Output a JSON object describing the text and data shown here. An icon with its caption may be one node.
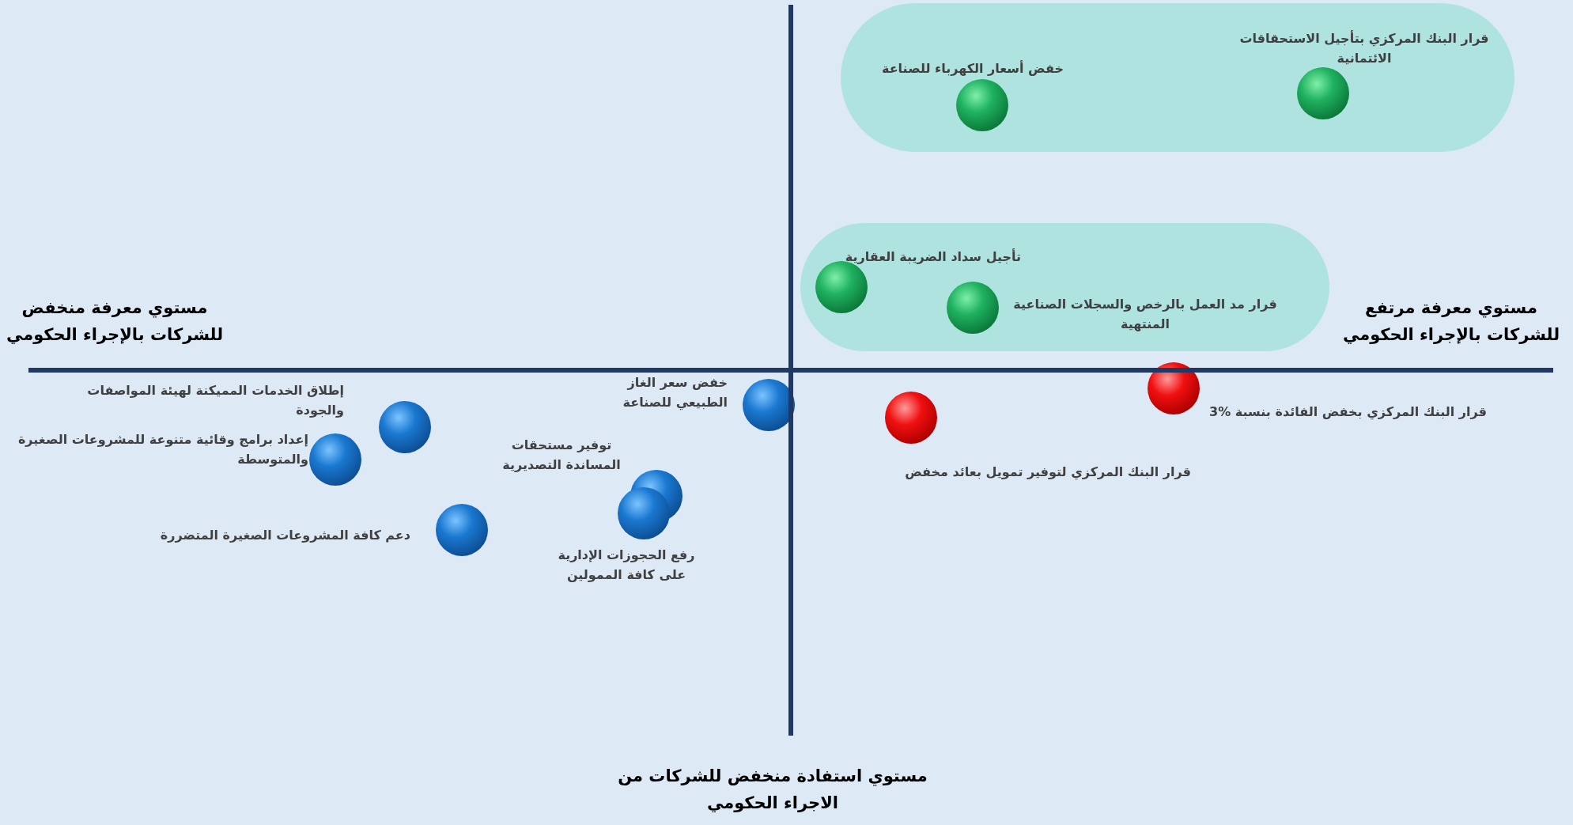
{
  "diagram": {
    "nodes": [
      {
        "text": [],
        "shape": "band"
      },
      {
        "text": [],
        "shape": "circle",
        "in": 0,
        "beside": [
          "خفض أسعار الكهرباء للصناعة"
        ]
      },
      {
        "text": [],
        "shape": "circle",
        "in": 0,
        "beside": [
          "قرار البنك المركزي بتأجيل الاستحقاقات الائتمانية"
        ]
      },
      {
        "text": [],
        "shape": "band"
      },
      {
        "text": [],
        "shape": "circle",
        "in": 3,
        "beside": [
          "تأجيل سداد الضريبة العقارية"
        ]
      },
      {
        "text": [],
        "shape": "circle",
        "in": 3,
        "beside": [
          "قرار مد العمل بالرخص والسجلات الصناعية المنتهية"
        ]
      },
      {
        "text": [],
        "shape": "circle",
        "beside": [
          "قرار البنك المركزي بخفض الفائدة بنسبة %3"
        ]
      },
      {
        "text": [],
        "shape": "circle",
        "beside": [
          "قرار البنك المركزي لتوفير تمويل بعائد مخفض"
        ]
      },
      {
        "text": [],
        "shape": "circle",
        "beside": [
          "خفض سعر الغاز الطبيعي للصناعة"
        ]
      },
      {
        "text": [],
        "shape": "circle"
      },
      {
        "text": [],
        "shape": "circle"
      },
      {
        "text": [],
        "shape": "circle",
        "beside": [
          "توفير مستحقات المساندة التصديرية"
        ]
      },
      {
        "text": [],
        "shape": "circle",
        "beside": [
          "رفع الحجوزات الإدارية على كافة الممولين"
        ]
      },
      {
        "text": [],
        "shape": "circle",
        "beside": [
          "دعم كافة المشروعات الصغيرة المتضررة"
        ]
      }
    ],
    "edges": [],
    "labels": [
      "مستوي معرفة منخفض للشركات بالإجراء الحكومي",
      "مستوي معرفة مرتفع للشركات بالإجراء الحكومي",
      "إطلاق الخدمات المميكنة لهيئة المواصفات والجودة",
      "إعداد برامج وقائية متنوعة للمشروعات الصغيرة والمتوسطة",
      "مستوي استفادة منخفض للشركات من الاجراء الحكومي"
    ]
  }
}
